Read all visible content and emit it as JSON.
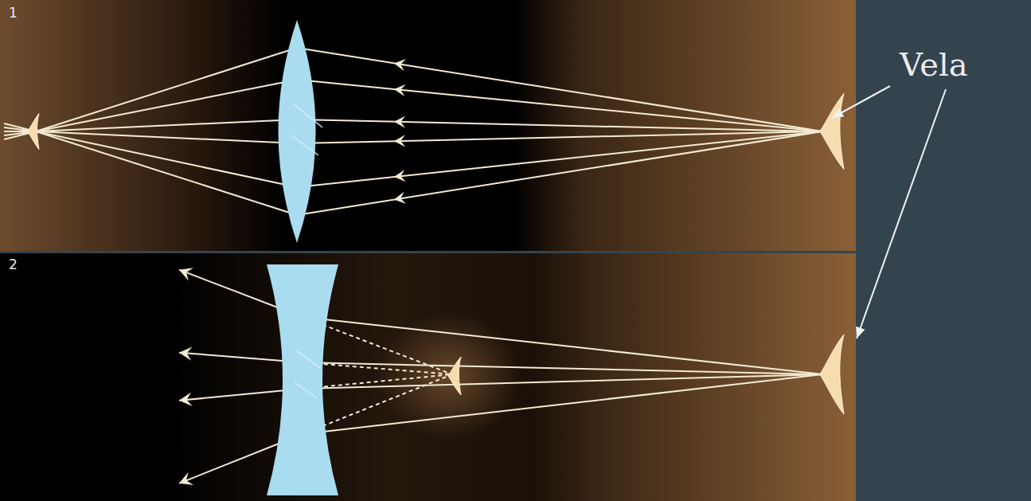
{
  "diagram": {
    "labels": [
      "1",
      "2",
      "Vela"
    ]
  }
}
